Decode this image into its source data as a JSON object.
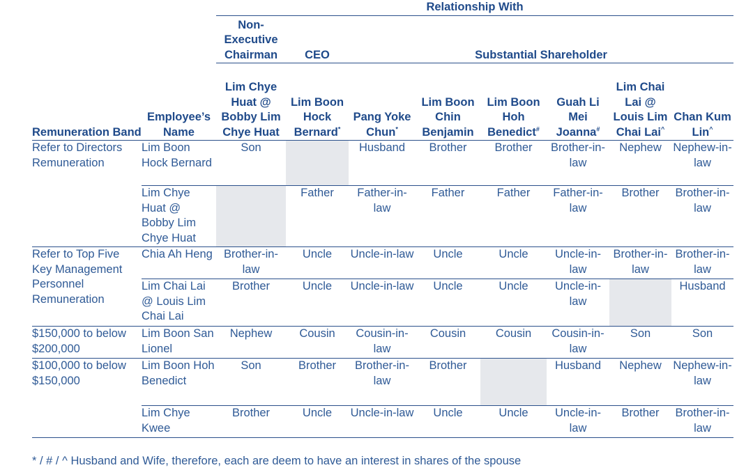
{
  "header": {
    "relationship_with": "Relationship With",
    "remuneration_band": "Remuneration Band",
    "employee_name": "Employee’s Name",
    "groups": {
      "non_exec_chairman": "Non-Executive Chairman",
      "ceo": "CEO",
      "substantial_shareholder": "Substantial Shareholder"
    },
    "persons": [
      {
        "name": "Lim Chye Huat @ Bobby Lim Chye Huat",
        "mark": ""
      },
      {
        "name": "Lim Boon Hock Bernard",
        "mark": "*"
      },
      {
        "name": "Pang Yoke Chun",
        "mark": "*"
      },
      {
        "name": "Lim Boon Chin Benjamin",
        "mark": ""
      },
      {
        "name": "Lim Boon Hoh Benedict",
        "mark": "#"
      },
      {
        "name": "Guah Li Mei Joanna",
        "mark": "#"
      },
      {
        "name": "Lim Chai Lai @ Louis Lim Chai Lai",
        "mark": "^"
      },
      {
        "name": "Chan Kum Lin",
        "mark": "^"
      }
    ]
  },
  "bands": {
    "b1": "Refer to Directors Remuneration",
    "b2": "Refer to Top Five Key Management Personnel Remuneration",
    "b3": "$150,000 to below $200,000",
    "b4": "$100,000 to below $150,000"
  },
  "rows": [
    {
      "employee": "Lim Boon Hock Bernard",
      "values": [
        "Son",
        "",
        "Husband",
        "Brother",
        "Brother",
        "Brother-in-law",
        "Nephew",
        "Nephew-in-law"
      ]
    },
    {
      "employee": "Lim Chye Huat @ Bobby Lim Chye Huat",
      "values": [
        "",
        "Father",
        "Father-in-law",
        "Father",
        "Father",
        "Father-in-law",
        "Brother",
        "Brother-in-law"
      ]
    },
    {
      "employee": "Chia Ah Heng",
      "values": [
        "Brother-in-law",
        "Uncle",
        "Uncle-in-law",
        "Uncle",
        "Uncle",
        "Uncle-in-law",
        "Brother-in-law",
        "Brother-in-law"
      ]
    },
    {
      "employee": "Lim Chai Lai @ Louis Lim Chai Lai",
      "values": [
        "Brother",
        "Uncle",
        "Uncle-in-law",
        "Uncle",
        "Uncle",
        "Uncle-in-law",
        "",
        "Husband"
      ]
    },
    {
      "employee": "Lim Boon San Lionel",
      "values": [
        "Nephew",
        "Cousin",
        "Cousin-in-law",
        "Cousin",
        "Cousin",
        "Cousin-in-law",
        "Son",
        "Son"
      ]
    },
    {
      "employee": "Lim Boon Hoh Benedict",
      "values": [
        "Son",
        "Brother",
        "Brother-in-law",
        "Brother",
        "",
        "Husband",
        "Nephew",
        "Nephew-in-law"
      ]
    },
    {
      "employee": "Lim Chye Kwee",
      "values": [
        "Brother",
        "Uncle",
        "Uncle-in-law",
        "Uncle",
        "Uncle",
        "Uncle-in-law",
        "Brother",
        "Brother-in-law"
      ]
    }
  ],
  "footnote": {
    "marks": "* / # / ^",
    "text": "Husband and Wife, therefore, each are deem to have an interest in shares of the spouse"
  },
  "colors": {
    "text": "#2a4f8a",
    "header": "#1f4a8a",
    "rule": "#2a4f8a",
    "shade": "#e6e8ec"
  }
}
